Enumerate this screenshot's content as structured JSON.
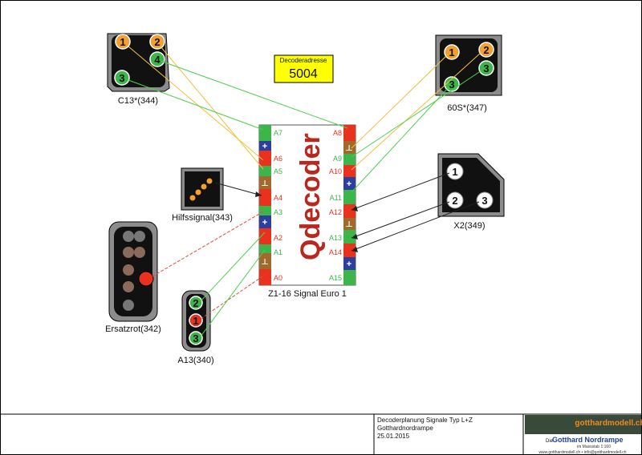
{
  "decoder_address": {
    "label": "Decoderadresse",
    "value": "5004"
  },
  "decoder": {
    "caption": "Z1-16 Signal Euro 1",
    "brand_logo": "Qdecoder",
    "plus_symbol": "+",
    "ground_symbol": "⊥",
    "left_pins": [
      "A7",
      "A6",
      "A5",
      "A4",
      "A3",
      "A2",
      "A1",
      "A0"
    ],
    "right_pins": [
      "A8",
      "A9",
      "A10",
      "A11",
      "A12",
      "A13",
      "A14",
      "A15"
    ]
  },
  "signals": {
    "c13": {
      "label": "C13*(344)",
      "lamps": [
        "1",
        "2",
        "4",
        "3"
      ]
    },
    "s60": {
      "label": "60S*(347)",
      "lamps": [
        "1",
        "2",
        "3",
        "3"
      ]
    },
    "hilfssignal": {
      "label": "Hilfssignal(343)"
    },
    "x2": {
      "label": "X2(349)",
      "lamps": [
        "1",
        "2",
        "3"
      ]
    },
    "ersatzrot": {
      "label": "Ersatzrot(342)"
    },
    "a13": {
      "label": "A13(340)",
      "lamps": [
        "2",
        "1",
        "3"
      ]
    }
  },
  "title_block": {
    "line1": "Decoderplanung Signale Typ L+Z",
    "line2": "Gotthardnordrampe",
    "line3": "25.01.2015"
  },
  "logo": {
    "site": "gotthardmodell.ch",
    "title_prefix": "Die",
    "title": "Gotthard Nordrampe",
    "scale": "im Massstab 1:160",
    "contact": "www.gotthardmodell.ch • info@gotthardmodell.ch"
  },
  "colors": {
    "orange": "#f4a030",
    "green": "#3cb54a",
    "red": "#e8321e",
    "blue": "#2d3e9c",
    "brown": "#a06a2a",
    "yellow_box": "#ffff00",
    "wire_orange": "#f2c040",
    "wire_green": "#4cd04c",
    "wire_red": "#e84a3a",
    "wire_black": "#222222"
  }
}
